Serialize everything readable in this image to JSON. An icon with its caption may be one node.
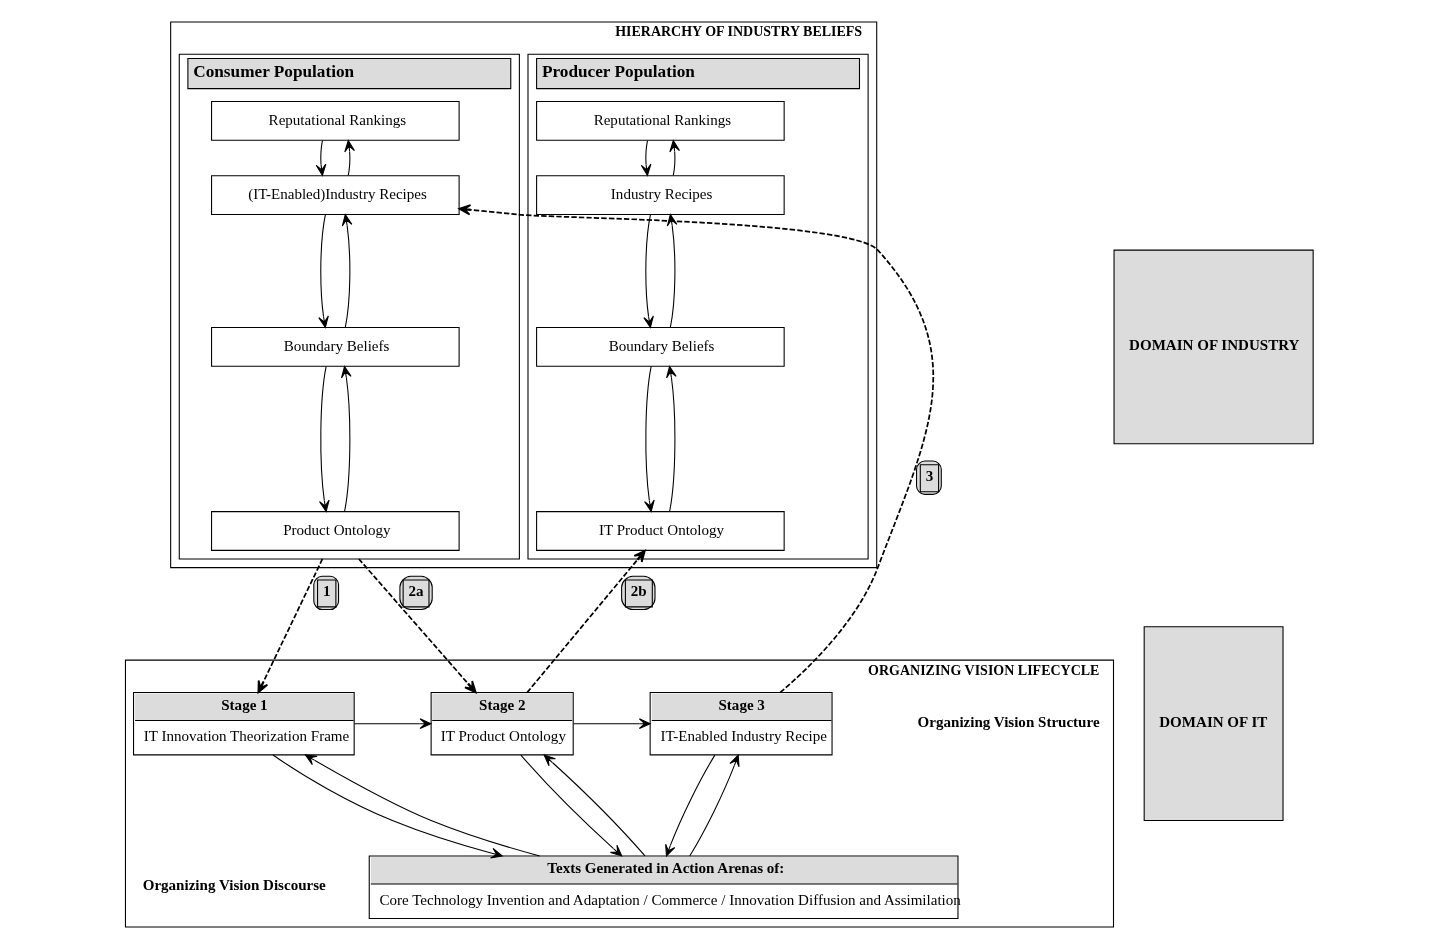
{
  "diagram": {
    "nodes": [
      {
        "text": [
          "HIERARCHY OF INDUSTRY BELIEFS"
        ]
      },
      {
        "text": [
          "Producer Population"
        ],
        "in": 0
      },
      {
        "text": [
          "Reputational Rankings"
        ],
        "in": 1
      },
      {
        "text": [
          "Industry Recipes"
        ],
        "in": 1
      },
      {
        "text": [
          "Boundary Beliefs"
        ],
        "in": 1
      },
      {
        "text": [
          "IT Product Ontology"
        ],
        "in": 1
      },
      {
        "text": [
          "Consumer Population"
        ],
        "in": 0
      },
      {
        "text": [
          "Reputational Rankings"
        ],
        "in": 6
      },
      {
        "text": [
          "(IT-Enabled)Industry Recipes"
        ],
        "in": 6
      },
      {
        "text": [
          "Boundary Beliefs"
        ],
        "in": 6
      },
      {
        "text": [
          "Product Ontology"
        ],
        "in": 6
      },
      {
        "text": [
          "DOMAIN OF INDUSTRY"
        ]
      },
      {
        "text": [
          "ORGANIZING VISION LIFECYCLE"
        ]
      },
      {
        "text": [
          "Stage 1",
          "IT Innovation Theorization Frame"
        ],
        "in": 12
      },
      {
        "text": [
          "Stage 2",
          "IT Product Ontology"
        ],
        "in": 12
      },
      {
        "text": [
          "Stage 3",
          "IT-Enabled Industry Recipe"
        ],
        "in": 12
      },
      {
        "text": [
          "Texts Generated in Action Arenas of:",
          "Core Technology Invention and Adaptation / Commerce / Innovation Diffusion and Assimilation"
        ],
        "in": 12
      },
      {
        "text": [
          "DOMAIN OF IT"
        ]
      }
    ],
    "edges": [
      {
        "from": 3,
        "to": 2,
        "arrow": "to"
      },
      {
        "from": 2,
        "to": 3,
        "arrow": "to"
      },
      {
        "from": 4,
        "to": 3,
        "arrow": "to"
      },
      {
        "from": 3,
        "to": 4,
        "arrow": "to"
      },
      {
        "from": 5,
        "to": 4,
        "arrow": "to"
      },
      {
        "from": 4,
        "to": 5,
        "arrow": "to"
      },
      {
        "from": 8,
        "to": 7,
        "arrow": "to"
      },
      {
        "from": 7,
        "to": 8,
        "arrow": "to"
      },
      {
        "from": 9,
        "to": 8,
        "arrow": "to"
      },
      {
        "from": 8,
        "to": 9,
        "arrow": "to"
      },
      {
        "from": 10,
        "to": 9,
        "arrow": "to"
      },
      {
        "from": 9,
        "to": 10,
        "arrow": "to"
      },
      {
        "from": 6,
        "to": 13,
        "arrow": "to",
        "label": "1",
        "style": "dashed"
      },
      {
        "from": 6,
        "to": 14,
        "arrow": "to",
        "label": "2a",
        "style": "dashed"
      },
      {
        "from": 14,
        "to": 5,
        "arrow": "to",
        "label": "2b",
        "style": "dashed"
      },
      {
        "from": 15,
        "to": 8,
        "arrow": "to",
        "label": "3",
        "style": "dashed"
      },
      {
        "from": 13,
        "to": 14,
        "arrow": "to"
      },
      {
        "from": 14,
        "to": 15,
        "arrow": "to"
      },
      {
        "from": 16,
        "to": 13,
        "arrow": "to"
      },
      {
        "from": 13,
        "to": 16,
        "arrow": "to"
      },
      {
        "from": 16,
        "to": 14,
        "arrow": "to"
      },
      {
        "from": 14,
        "to": 16,
        "arrow": "to"
      },
      {
        "from": 16,
        "to": 15,
        "arrow": "to"
      },
      {
        "from": 15,
        "to": 16,
        "arrow": "to"
      }
    ],
    "labels": [
      "Organizing Vision Structure",
      "Organizing Vision Discourse"
    ]
  }
}
